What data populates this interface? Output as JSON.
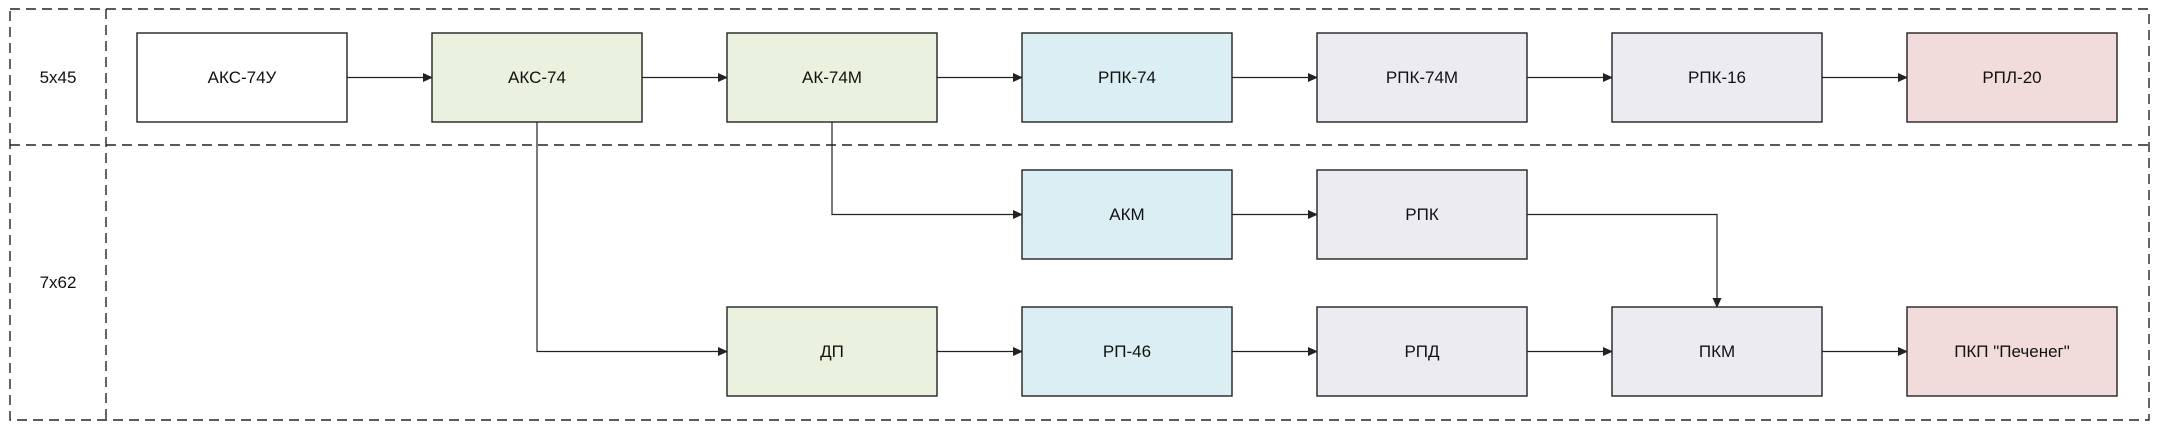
{
  "colors": {
    "white": "#ffffff",
    "green": "#eaf1de",
    "blue": "#dbeef4",
    "lavender": "#edebf2",
    "pink": "#f2dcdb"
  },
  "lanes": [
    {
      "id": "lane_545",
      "label": "5x45"
    },
    {
      "id": "lane_762",
      "label": "7x62"
    }
  ],
  "nodes": [
    {
      "id": "aks74u",
      "label": "АКС-74У",
      "color": "white"
    },
    {
      "id": "aks74",
      "label": "АКС-74",
      "color": "green"
    },
    {
      "id": "ak74m",
      "label": "АК-74М",
      "color": "green"
    },
    {
      "id": "rpk74",
      "label": "РПК-74",
      "color": "blue"
    },
    {
      "id": "rpk74m",
      "label": "РПК-74М",
      "color": "lavender"
    },
    {
      "id": "rpk16",
      "label": "РПК-16",
      "color": "lavender"
    },
    {
      "id": "rpl20",
      "label": "РПЛ-20",
      "color": "pink"
    },
    {
      "id": "akm",
      "label": "АКМ",
      "color": "blue"
    },
    {
      "id": "rpk",
      "label": "РПК",
      "color": "lavender"
    },
    {
      "id": "dp",
      "label": "ДП",
      "color": "green"
    },
    {
      "id": "rp46",
      "label": "РП-46",
      "color": "blue"
    },
    {
      "id": "rpd",
      "label": "РПД",
      "color": "lavender"
    },
    {
      "id": "pkm",
      "label": "ПКМ",
      "color": "lavender"
    },
    {
      "id": "pkp",
      "label": "ПКП \"Печенег\"",
      "color": "pink"
    }
  ],
  "edges": [
    {
      "from": "aks74u",
      "to": "aks74"
    },
    {
      "from": "aks74",
      "to": "ak74m"
    },
    {
      "from": "ak74m",
      "to": "rpk74"
    },
    {
      "from": "rpk74",
      "to": "rpk74m"
    },
    {
      "from": "rpk74m",
      "to": "rpk16"
    },
    {
      "from": "rpk16",
      "to": "rpl20"
    },
    {
      "from": "ak74m",
      "to": "akm"
    },
    {
      "from": "akm",
      "to": "rpk"
    },
    {
      "from": "rpk",
      "to": "pkm"
    },
    {
      "from": "aks74",
      "to": "dp"
    },
    {
      "from": "dp",
      "to": "rp46"
    },
    {
      "from": "rp46",
      "to": "rpd"
    },
    {
      "from": "rpd",
      "to": "pkm"
    },
    {
      "from": "pkm",
      "to": "pkp"
    }
  ]
}
